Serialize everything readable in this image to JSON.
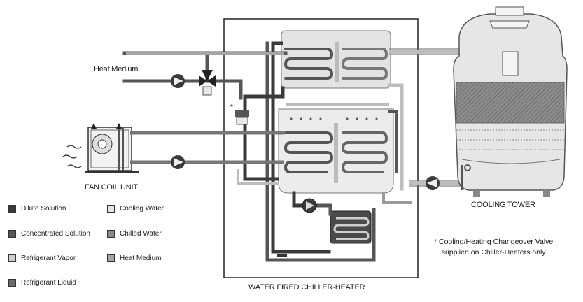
{
  "labels": {
    "heat_medium": "Heat Medium",
    "fan_coil_unit": "FAN COIL UNIT",
    "cooling_tower": "COOLING TOWER",
    "chiller_heater": "WATER FIRED CHILLER-HEATER",
    "valve_marker": "*"
  },
  "legend": [
    {
      "label": "Dilute Solution",
      "color": "#3a3a3a"
    },
    {
      "label": "Cooling Water",
      "color": "#e4e4e4"
    },
    {
      "label": "Concentrated Solution",
      "color": "#555555"
    },
    {
      "label": "Chilled Water",
      "color": "#8a8a8a"
    },
    {
      "label": "Refrigerant Vapor",
      "color": "#cfcfcf"
    },
    {
      "label": "Heat Medium",
      "color": "#a6a6a6"
    },
    {
      "label": "Refrigerant Liquid",
      "color": "#6a6a6a"
    }
  ],
  "note": {
    "line1": "* Cooling/Heating Changeover Valve",
    "line2": "supplied on Chiller-Heaters only"
  }
}
